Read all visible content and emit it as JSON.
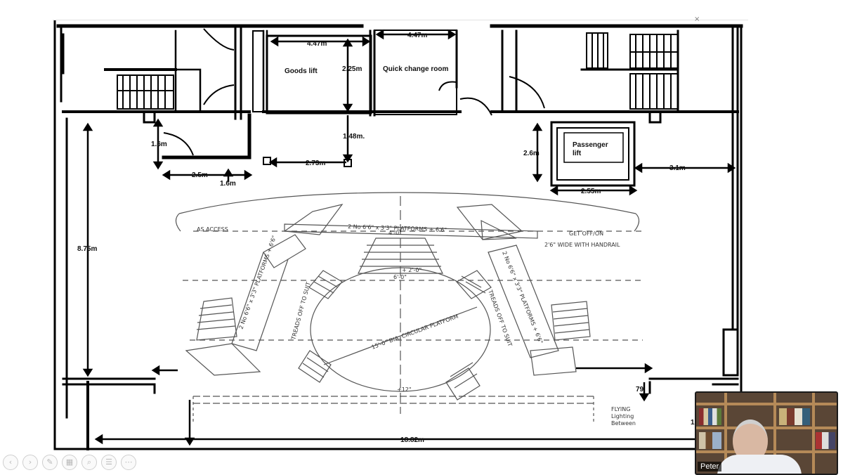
{
  "slide": {
    "rooms": {
      "goods_lift": "Goods lift",
      "quick_change": "Quick change room",
      "passenger_lift_1": "Passenger",
      "passenger_lift_2": "lift"
    },
    "dimensions": {
      "d_447a": "4.47m",
      "d_447b": "4.47m",
      "d_225": "2.25m",
      "d_148": "1.48m.",
      "d_273": "2.73m",
      "d_16a": "1.6m",
      "d_25": "2.5m",
      "d_16b": "1.6m",
      "d_26": "2.6m",
      "d_31": "3.1m",
      "d_255": "2.55m",
      "d_875": "8.75m",
      "d_1882": "18.82m",
      "d_79": "79",
      "d_1": "1."
    },
    "sketch": {
      "platform_top": "2 No 6'6\" x 3'3\" PLATFORMS + 6'6\"",
      "width_4ft": "4'-0\"",
      "height_plus2": "+ 2'-0\"",
      "width_6ft": "6'-0\"",
      "circular": "15'-0\" DIA. CIRCULAR PLATFORM",
      "left_platforms": "2 No 6'6\" x 3'3\" PLATFORMS + 6'6\"",
      "right_platforms": "2 No 6'6\" x 3'3\" PLATFORMS + 6'6\"",
      "treads_left": "TREADS OFF TO SUIT",
      "treads_right": "TREADS OFF TO SUIT",
      "wide_note": "2'6\" WIDE WITH HANDRAIL",
      "get_off": "GET OFF/ON",
      "access": "AS ACCESS",
      "plus12": "+12\"",
      "flying": "FLYING",
      "lighting": "Lighting",
      "between": "Between"
    }
  },
  "video": {
    "speaker_name": "Peter"
  },
  "nav": {
    "back": "‹",
    "forward": "›",
    "pen": "✎",
    "slides": "▦",
    "zoom": "⌕",
    "subtitles": "☰",
    "more": "⋯"
  },
  "close_x": "×"
}
